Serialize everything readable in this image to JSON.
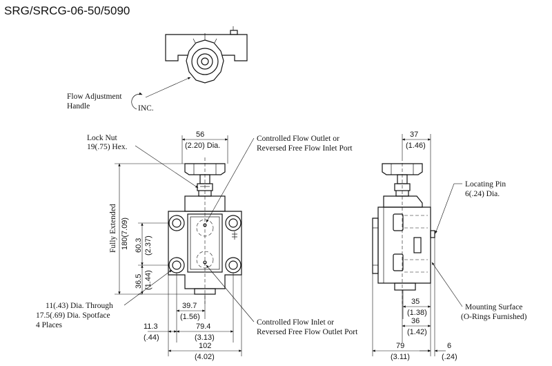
{
  "title": "SRG/SRCG-06-50/5090",
  "labels": {
    "flow_adjustment": "Flow Adjustment",
    "handle": "Handle",
    "inc": "INC.",
    "lock_nut": "Lock Nut",
    "lock_nut_size": "19(.75) Hex.",
    "controlled_outlet_1": "Controlled Flow Outlet or",
    "controlled_outlet_2": "Reversed Free Flow Inlet Port",
    "controlled_inlet_1": "Controlled Flow Inlet or",
    "controlled_inlet_2": "Reversed Free Flow Outlet Port",
    "locating_pin": "Locating Pin",
    "locating_pin_size": "6(.24) Dia.",
    "mounting_surface": "Mounting Surface",
    "o_rings": "(O-Rings Furnished)",
    "through_1": "11(.43) Dia. Through",
    "through_2": "17.5(.69) Dia. Spotface",
    "through_3": "4 Places"
  },
  "dims": {
    "d56": "56",
    "d56_in": "(2.20) Dia.",
    "d37": "37",
    "d37_in": "(1.46)",
    "fully_extended": "Fully Extended",
    "d180": "180(7.09)",
    "d60": "60.3",
    "d60_in": "(2.37)",
    "d36": "36.5",
    "d36_in": "(1.44)",
    "d39": "39.7",
    "d39_in": "(1.56)",
    "d11": "11.3",
    "d11_in": "(.44)",
    "d79_4": "79.4",
    "d79_4_in": "(3.13)",
    "d102": "102",
    "d102_in": "(4.02)",
    "d35": "35",
    "d35_in": "(1.38)",
    "d36b": "36",
    "d36b_in": "(1.42)",
    "d79": "79",
    "d79_in": "(3.11)",
    "d6": "6",
    "d6_in": "(.24)"
  }
}
